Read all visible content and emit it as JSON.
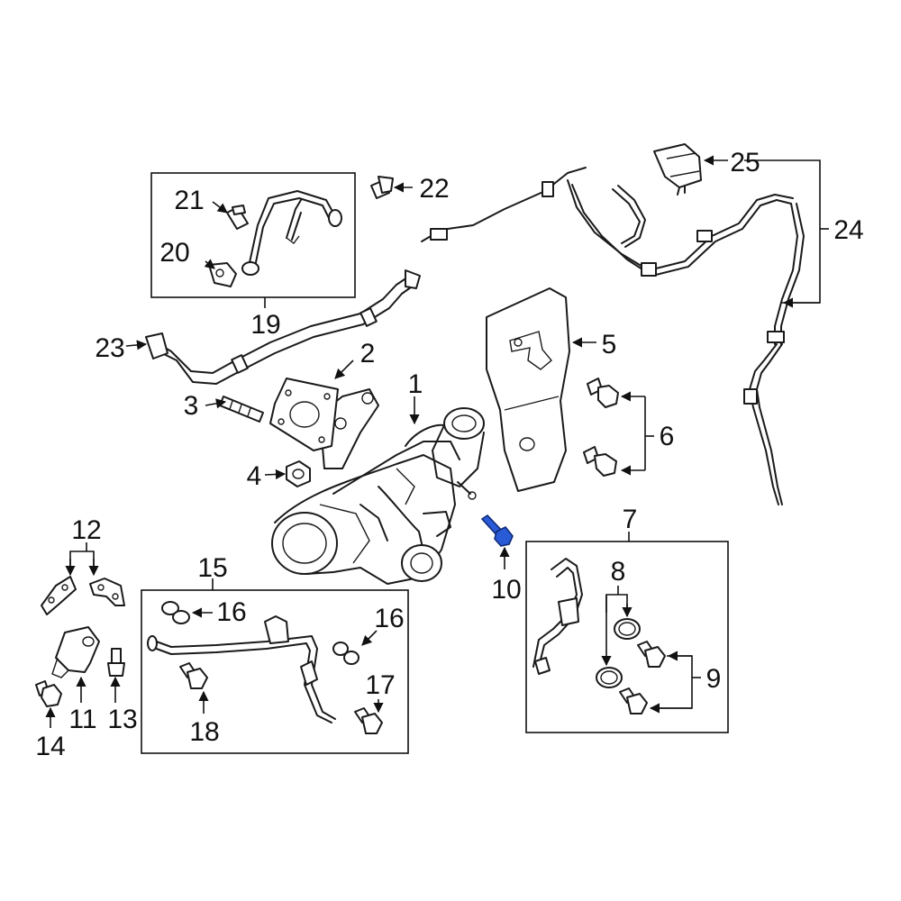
{
  "diagram": {
    "highlight_color": "#2a5bd7",
    "highlighted_callout": "10",
    "callouts": [
      "1",
      "2",
      "3",
      "4",
      "5",
      "6",
      "7",
      "8",
      "9",
      "10",
      "11",
      "12",
      "13",
      "14",
      "15",
      "16",
      "16",
      "17",
      "18",
      "19",
      "20",
      "21",
      "22",
      "23",
      "24",
      "25"
    ]
  }
}
